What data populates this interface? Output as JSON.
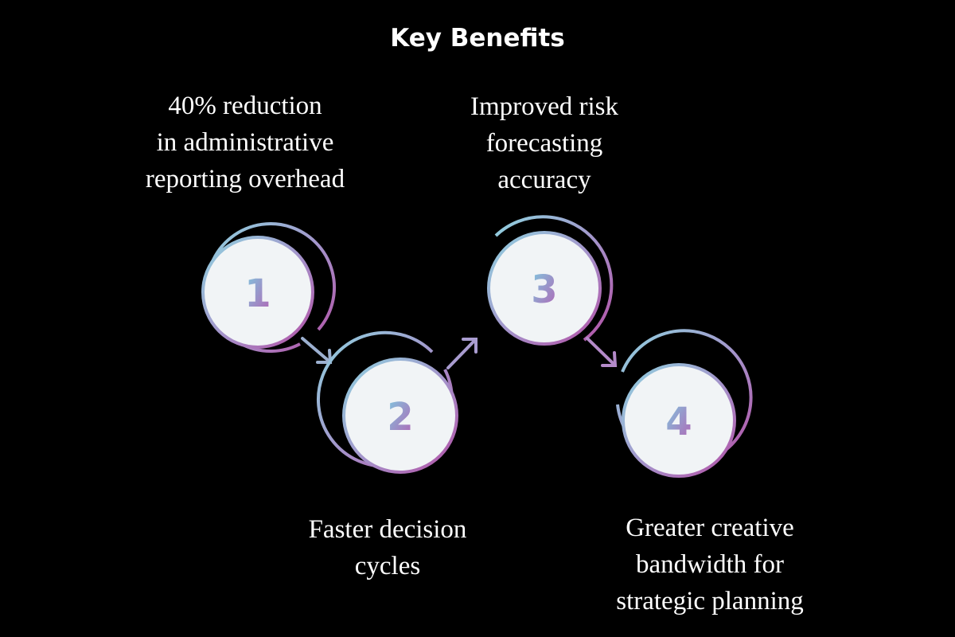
{
  "title": "Key Benefits",
  "colors": {
    "background": "#000000",
    "circle_fill": "#f1f4f6",
    "ring_start": "#8fd3e0",
    "ring_end": "#b34fa5",
    "text": "#ffffff"
  },
  "steps": [
    {
      "number": "1",
      "caption": "40% reduction\nin administrative\nreporting overhead"
    },
    {
      "number": "2",
      "caption": "Faster decision\ncycles"
    },
    {
      "number": "3",
      "caption": "Improved risk\nforecasting\naccuracy"
    },
    {
      "number": "4",
      "caption": "Greater creative\nbandwidth for\nstrategic planning"
    }
  ]
}
